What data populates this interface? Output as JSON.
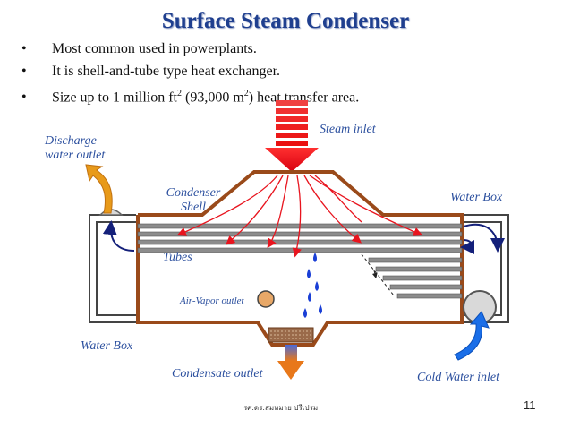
{
  "slide": {
    "title": "Surface Steam Condenser",
    "bullets": [
      {
        "pre": "Most common used in powerplants.",
        "sup1": "",
        "mid": "",
        "sup2": "",
        "post": ""
      },
      {
        "pre": "It is shell-and-tube type heat exchanger.",
        "sup1": "",
        "mid": "",
        "sup2": "",
        "post": ""
      },
      {
        "pre": "Size up to 1 million ft",
        "sup1": "2",
        "mid": " (93,000 m",
        "sup2": "2",
        "post": ") heat transfer area."
      }
    ],
    "bullet_symbol": "•",
    "footer": "รศ.ดร.สมหมาย ปรีเปรม",
    "page_number": "11"
  },
  "diagram": {
    "labels": {
      "steam_inlet": "Steam inlet",
      "discharge_line1": "Discharge",
      "discharge_line2": "water outlet",
      "condenser_line1": "Condenser",
      "condenser_line2": "Shell",
      "water_box_right": "Water Box",
      "tubes": "Tubes",
      "air_vapor_outlet": "Air-Vapor outlet",
      "water_box_left": "Water Box",
      "condensate_outlet": "Condensate outlet",
      "cold_water_inlet": "Cold Water inlet"
    },
    "colors": {
      "title": "#1f3f8f",
      "label": "#2b4f9e",
      "shell": "#9a4a1a",
      "steam": "#e8141e",
      "tubes": "#8c8c8c",
      "water_drops": "#1a3fd6",
      "discharge_arrow": "#e89a1a",
      "cold_water_arrow": "#1a6ee8",
      "condensate_arrow": "#8a5ad0"
    }
  }
}
